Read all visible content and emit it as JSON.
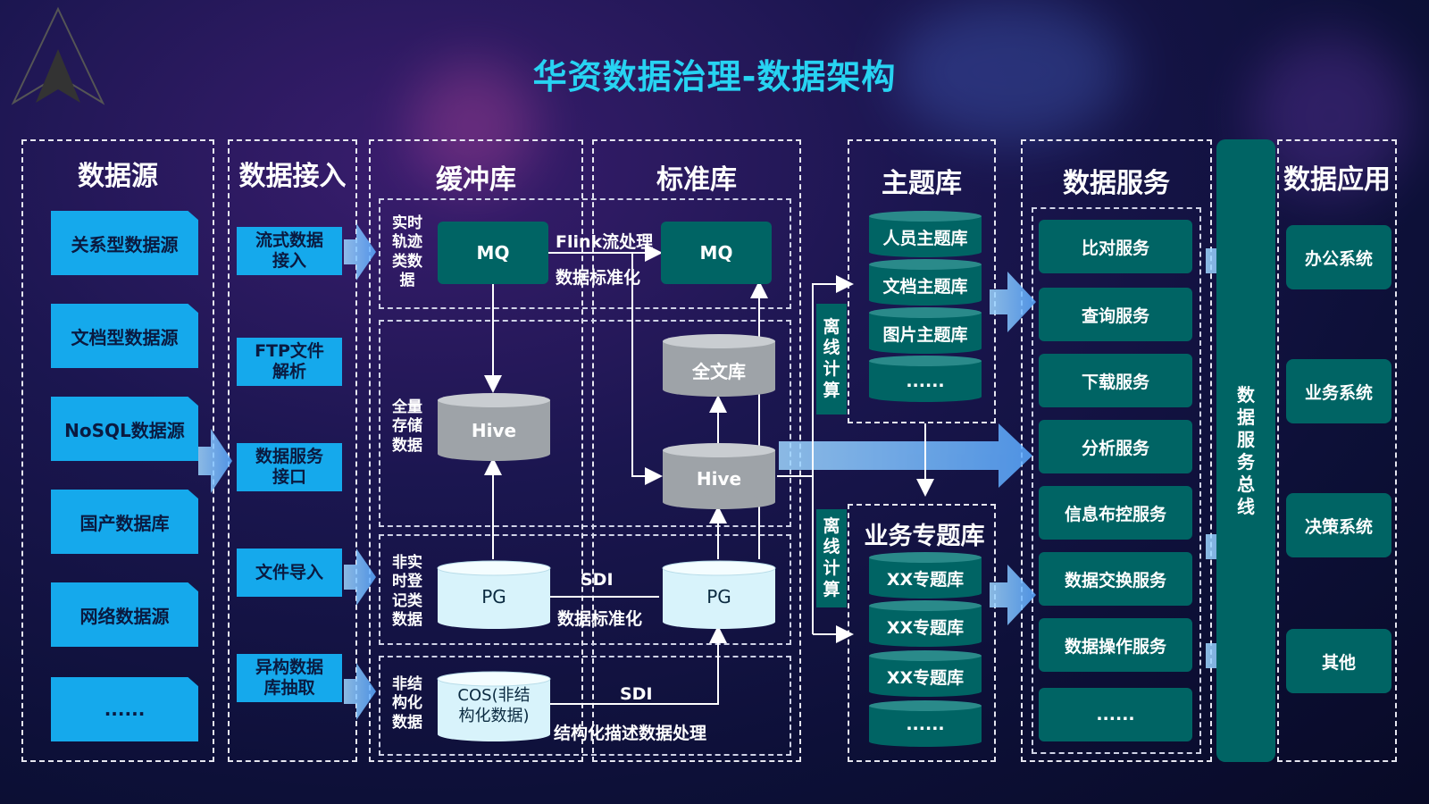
{
  "title": "华资数据治理-数据架构",
  "columns": {
    "source": "数据源",
    "ingest": "数据接入",
    "buffer": "缓冲库",
    "standard": "标准库",
    "theme": "主题库",
    "service": "数据服务",
    "app": "数据应用"
  },
  "sources": [
    "关系型数据源",
    "文档型数据源",
    "NoSQL数据源",
    "国产数据库",
    "网络数据源",
    "......"
  ],
  "ingest": [
    "流式数据\n接入",
    "FTP文件\n解析",
    "数据服务\n接口",
    "文件导入",
    "异构数据\n库抽取"
  ],
  "buffer_rows": [
    "实时\n轨迹\n类数\n据",
    "全量\n存储\n数据",
    "非实\n时登\n记类\n数据",
    "非结\n构化\n数据"
  ],
  "nodes": {
    "mq1": "MQ",
    "mq2": "MQ",
    "hive1": "Hive",
    "hive2": "Hive",
    "fulltext": "全文库",
    "pg1": "PG",
    "pg2": "PG",
    "cos": "COS(非结\n构化数据)"
  },
  "edge_labels": {
    "flink": "Flink流处理",
    "std1": "数据标准化",
    "sdi1": "SDI",
    "std2": "数据标准化",
    "sdi2": "SDI",
    "struct": "结构化描述数据处理"
  },
  "offline": [
    "离\n线\n计\n算",
    "离\n线\n计\n算"
  ],
  "theme_db": [
    "人员主题库",
    "文档主题库",
    "图片主题库",
    "......"
  ],
  "biz_title": "业务专题库",
  "biz_db": [
    "XX专题库",
    "XX专题库",
    "XX专题库",
    "......"
  ],
  "services": [
    "比对服务",
    "查询服务",
    "下载服务",
    "分析服务",
    "信息布控服务",
    "数据交换服务",
    "数据操作服务",
    "......"
  ],
  "bus": "数\n据\n服\n务\n总\n线",
  "apps": [
    "办公系统",
    "业务系统",
    "决策系统",
    "其他"
  ],
  "colors": {
    "accent": "#27d3f2",
    "teal": "#006464",
    "cyan": "#15a9ec",
    "arrow": "#7fc4ff"
  }
}
